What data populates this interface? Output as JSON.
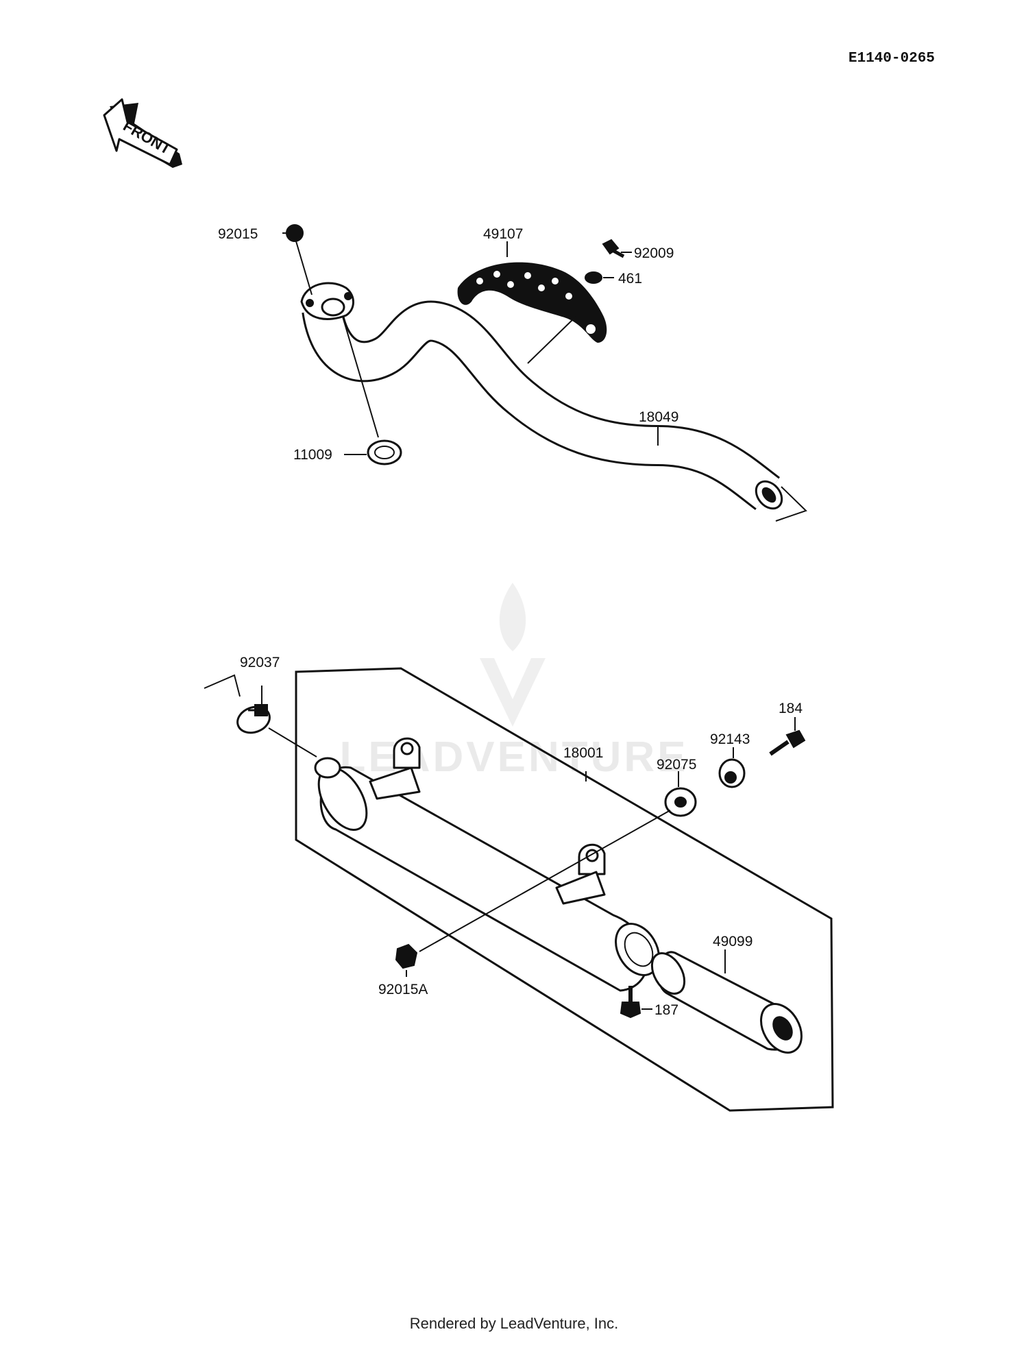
{
  "diagram_code": "E1140-0265",
  "front_marker": "FRONT",
  "watermark": "LEADVENTURE",
  "footer": "Rendered by LeadVenture, Inc.",
  "callouts": {
    "c92015": "92015",
    "c49107": "49107",
    "c92009": "92009",
    "c461": "461",
    "c18049": "18049",
    "c11009": "11009",
    "c92037": "92037",
    "c18001": "18001",
    "c92075": "92075",
    "c92143": "92143",
    "c184": "184",
    "c49099": "49099",
    "c92015A": "92015A",
    "c187": "187"
  }
}
